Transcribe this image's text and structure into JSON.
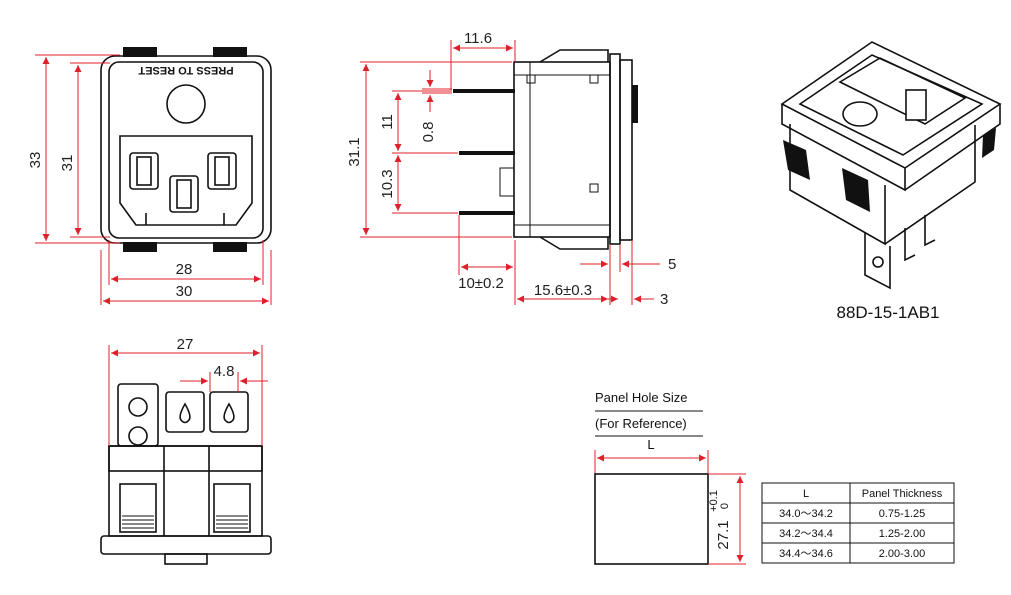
{
  "model": "88D-15-1AB1",
  "front_view": {
    "marking": "PRESS TO RESET",
    "dim_height_outer": "33",
    "dim_height_inner": "31",
    "dim_width_inner": "28",
    "dim_width_outer": "30"
  },
  "side_view": {
    "dim_top": "11.6",
    "dim_pin_gap": "11",
    "dim_pin_thickness": "0.8",
    "dim_height": "31.1",
    "dim_lower_gap": "10.3",
    "dim_pin_length": "10±0.2",
    "dim_body_depth": "15.6±0.3",
    "dim_flange": "5",
    "dim_panel": "3"
  },
  "bottom_view": {
    "dim_width": "27",
    "dim_pin_pitch": "4.8"
  },
  "panel_hole": {
    "title": "Panel Hole Size",
    "subtitle": "(For Reference)",
    "width_label": "L",
    "height_label": "27.1",
    "tol_plus": "+0.1",
    "tol_minus": "0"
  },
  "panel_table": {
    "headers": [
      "L",
      "Panel Thickness"
    ],
    "rows": [
      [
        "34.0～34.2",
        "0.75-1.25"
      ],
      [
        "34.2～34.4",
        "1.25-2.00"
      ],
      [
        "34.4～34.6",
        "2.00-3.00"
      ]
    ]
  },
  "colors": {
    "dimension": "#e0202a",
    "outline": "#111111"
  }
}
